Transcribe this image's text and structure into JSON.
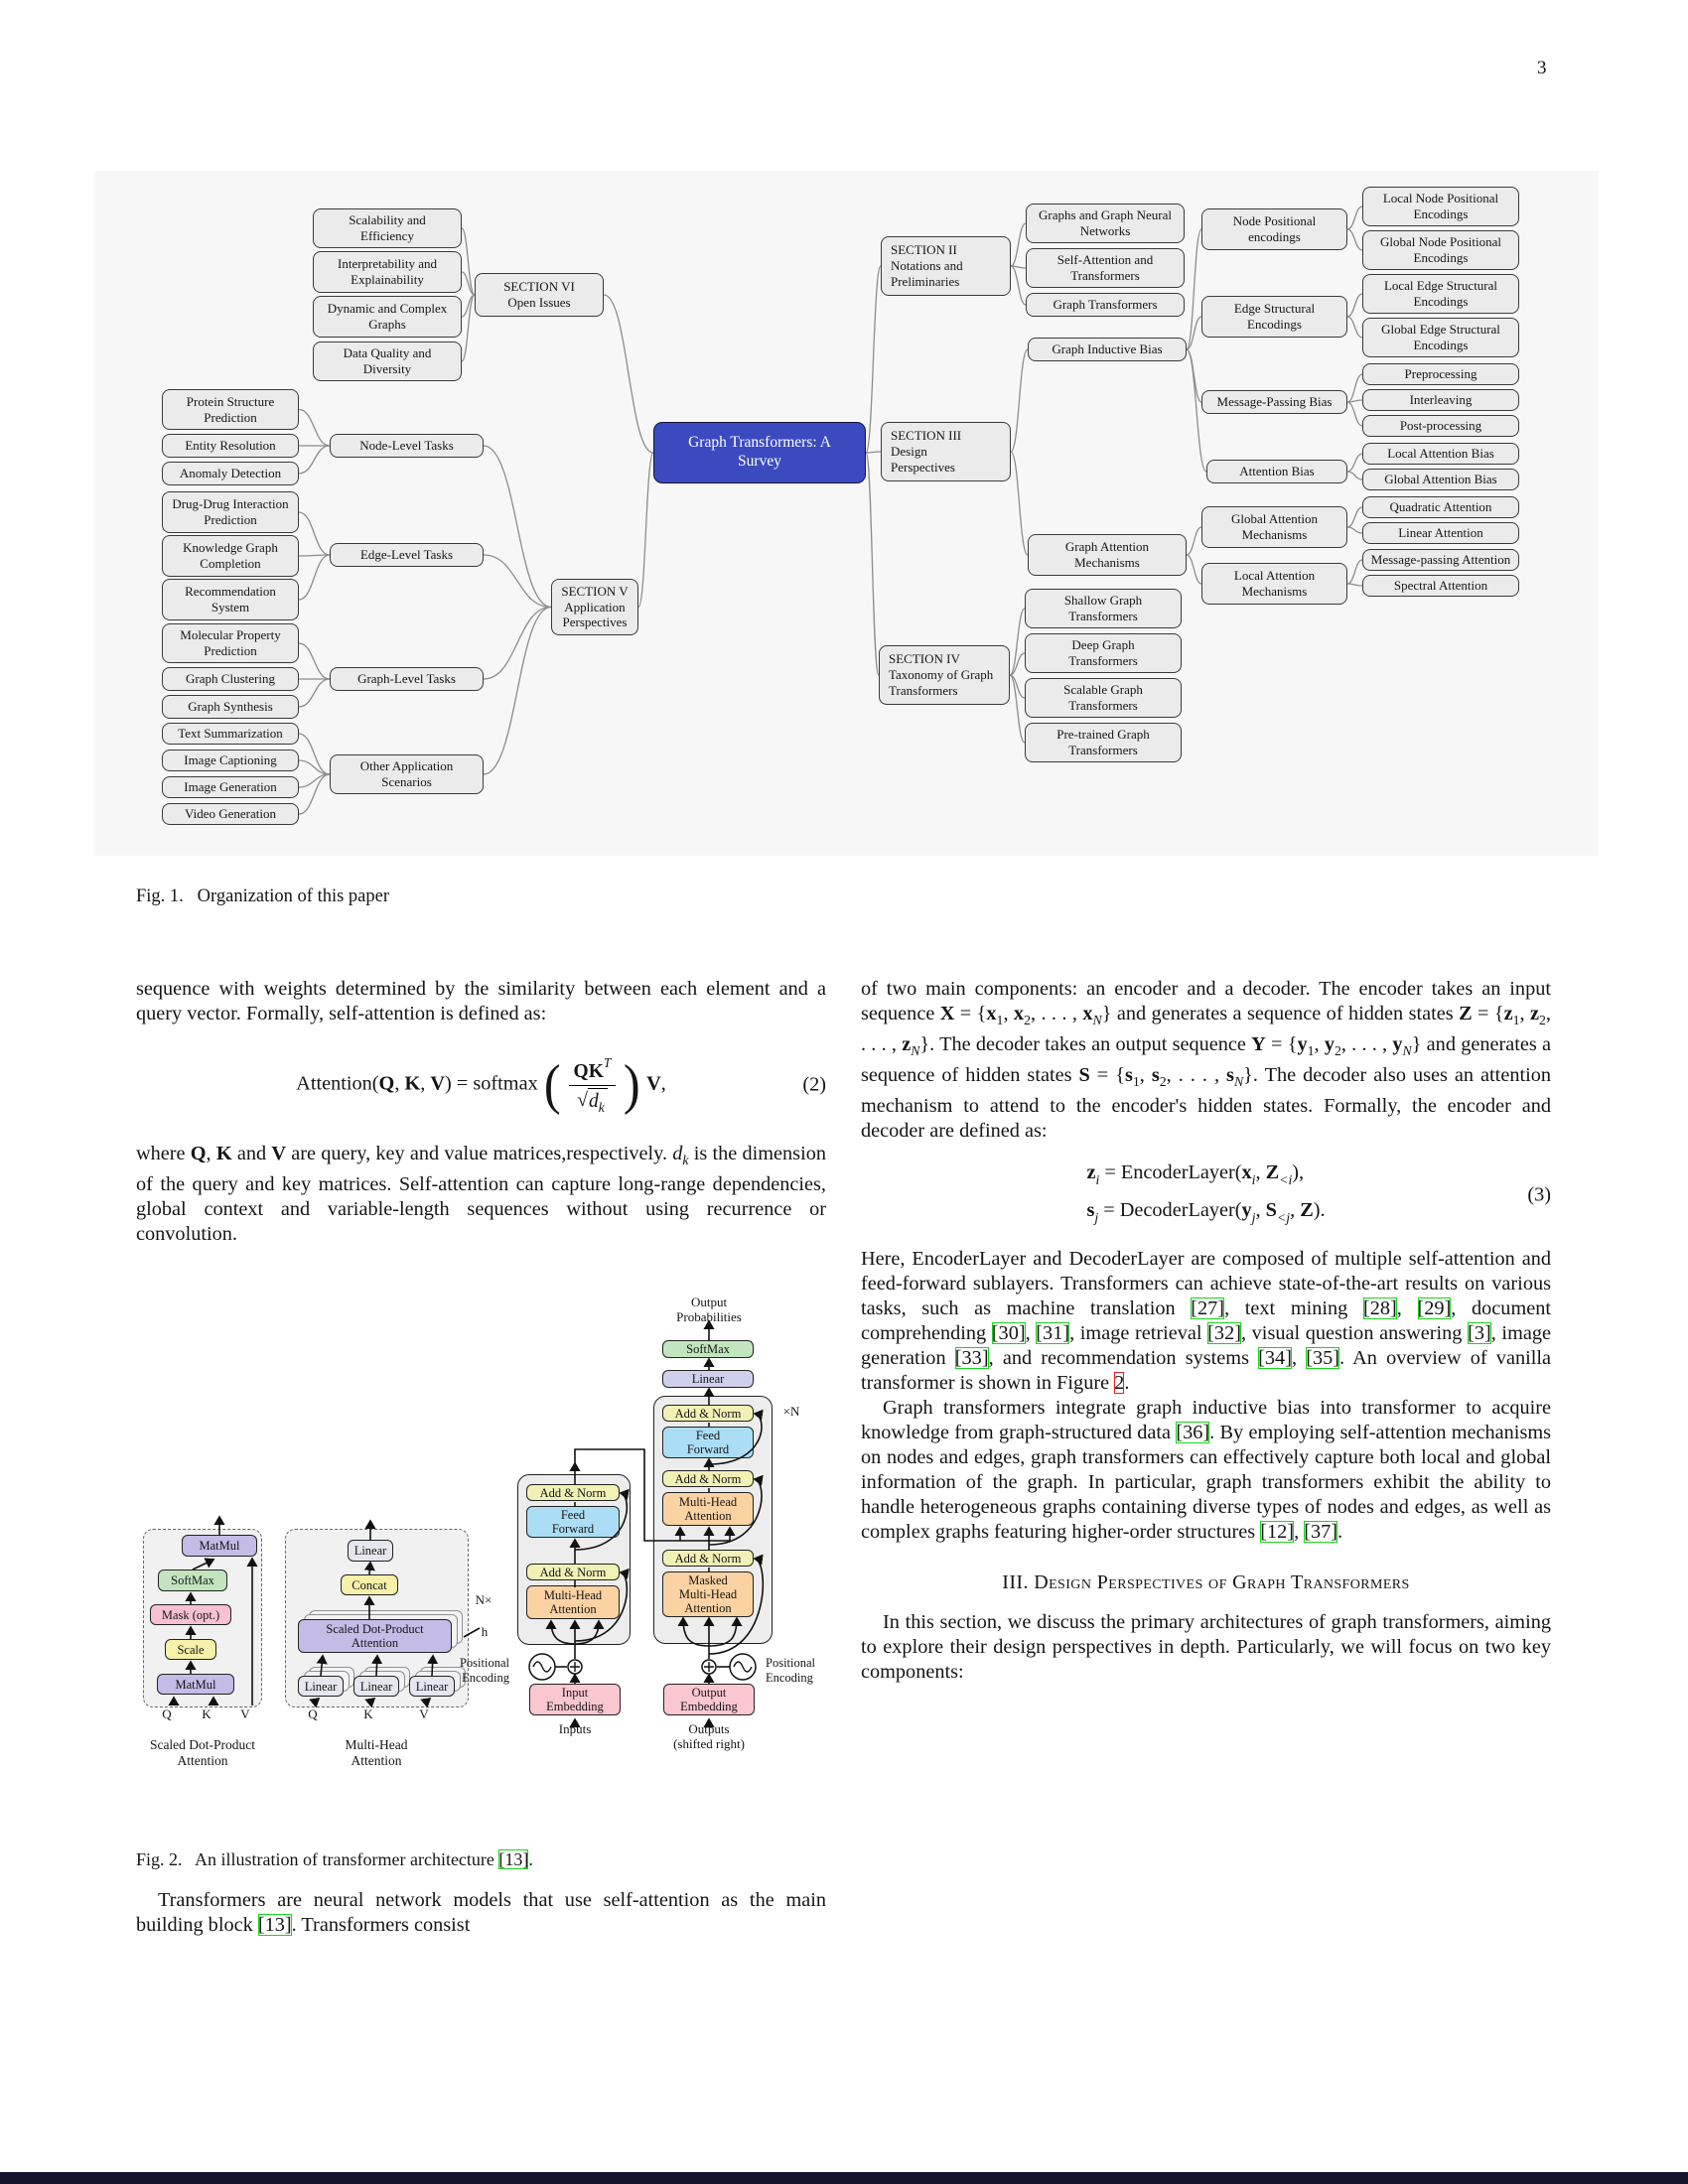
{
  "page": {
    "number": "3"
  },
  "fig1": {
    "caption": "Fig. 1.   Organization of this paper",
    "nodes": {
      "scal": "Scalability and\nEfficiency",
      "interp": "Interpretability and\nExplainability",
      "dyn": "Dynamic and Complex\nGraphs",
      "dataq": "Data Quality and\nDiversity",
      "sec6": "SECTION VI\nOpen Issues",
      "protein": "Protein Structure\nPrediction",
      "entity": "Entity Resolution",
      "anomaly": "Anomaly Detection",
      "nodetasks": "Node-Level Tasks",
      "ddi": "Drug-Drug Interaction\nPrediction",
      "kgc": "Knowledge Graph\nCompletion",
      "rec": "Recommendation\nSystem",
      "edgetasks": "Edge-Level Tasks",
      "molprop": "Molecular Property\nPrediction",
      "gclust": "Graph Clustering",
      "gsynth": "Graph Synthesis",
      "graphtasks": "Graph-Level Tasks",
      "textsum": "Text Summarization",
      "imgcap": "Image Captioning",
      "imggen": "Image Generation",
      "vidgen": "Video Generation",
      "otherapp": "Other Application\nScenarios",
      "sec5": "SECTION V\nApplication\nPerspectives",
      "center": "Graph Transformers: A\nSurvey",
      "sec2": "SECTION II\nNotations and\nPreliminaries",
      "sec3": "SECTION III\nDesign\nPerspectives",
      "sec4": "SECTION IV\nTaxonomy of Graph\nTransformers",
      "ggnn": "Graphs and Graph Neural\nNetworks",
      "sat": "Self-Attention and\nTransformers",
      "gt": "Graph Transformers",
      "gib": "Graph Inductive Bias",
      "gam": "Graph Attention\nMechanisms",
      "npe": "Node Positional\nencodings",
      "ese": "Edge Structural\nEncodings",
      "mpb": "Message-Passing Bias",
      "ab": "Attention Bias",
      "gatm": "Global Attention\nMechanisms",
      "latm": "Local Attention\nMechanisms",
      "lnpe": "Local Node Positional\nEncodings",
      "gnpe": "Global Node Positional\nEncodings",
      "lese": "Local Edge Structural\nEncodings",
      "gese": "Global Edge Structural\nEncodings",
      "prep": "Preprocessing",
      "inter": "Interleaving",
      "post": "Post-processing",
      "lab": "Local Attention Bias",
      "gab": "Global Attention Bias",
      "quad": "Quadratic Attention",
      "lin": "Linear Attention",
      "mpa": "Message-passing Attention",
      "spa": "Spectral Attention",
      "shal": "Shallow Graph\nTransformers",
      "deep": "Deep Graph\nTransformers",
      "scalgt": "Scalable Graph\nTransformers",
      "pregt": "Pre-trained Graph\nTransformers"
    },
    "colors": {
      "panel": "#f7f7f7",
      "node_bg": "#ebebeb",
      "node_border": "#3a3a3a",
      "center_bg": "#3b4abf",
      "edge": "#8c8c8c"
    }
  },
  "left": {
    "p1": [
      {
        "t": "sequence with weights determined by the similarity between each element and a query vector. Formally, self-attention is defined as:"
      }
    ],
    "eq2": {
      "lhs": [
        {
          "t": "Attention("
        },
        {
          "t": "Q",
          "s": "b"
        },
        {
          "t": ", "
        },
        {
          "t": "K",
          "s": "b"
        },
        {
          "t": ", "
        },
        {
          "t": "V",
          "s": "b"
        },
        {
          "t": ") = softmax"
        }
      ],
      "open": "(",
      "num": [
        {
          "t": "QK",
          "s": "b"
        },
        {
          "t": "T",
          "s": "supi"
        }
      ],
      "radical": "√",
      "den": [
        {
          "t": "d",
          "s": "i"
        },
        {
          "t": "k",
          "s": "subi"
        }
      ],
      "close": ")",
      "tail": [
        {
          "t": " "
        },
        {
          "t": "V",
          "s": "b"
        },
        {
          "t": ","
        }
      ],
      "label": "(2)"
    },
    "p2": [
      {
        "t": "where "
      },
      {
        "t": "Q",
        "s": "b"
      },
      {
        "t": ", "
      },
      {
        "t": "K",
        "s": "b"
      },
      {
        "t": " and "
      },
      {
        "t": "V",
        "s": "b"
      },
      {
        "t": " are query, key and value matrices,respectively. "
      },
      {
        "t": "d",
        "s": "i"
      },
      {
        "t": "k",
        "s": "subi"
      },
      {
        "t": " is the dimension of the query and key matrices. Self-attention can capture long-range dependencies, global context and variable-length sequences without using recurrence or convolution."
      }
    ],
    "fig2_caption": [
      {
        "t": "Fig. 2.   An illustration of transformer architecture "
      },
      {
        "t": "[13]",
        "s": "g"
      },
      {
        "t": "."
      }
    ],
    "p3": [
      {
        "t": "Transformers are neural network models that use self-attention as the main building block "
      },
      {
        "t": "[13]",
        "s": "g"
      },
      {
        "t": ". Transformers consist"
      }
    ]
  },
  "right": {
    "p1": [
      {
        "t": "of two main components: an encoder and a decoder. The encoder takes an input sequence "
      },
      {
        "t": "X",
        "s": "b"
      },
      {
        "t": " = {"
      },
      {
        "t": "x",
        "s": "b"
      },
      {
        "t": "1",
        "s": "sub"
      },
      {
        "t": ", "
      },
      {
        "t": "x",
        "s": "b"
      },
      {
        "t": "2",
        "s": "sub"
      },
      {
        "t": ", . . . , "
      },
      {
        "t": "x",
        "s": "b"
      },
      {
        "t": "N",
        "s": "subi"
      },
      {
        "t": "} and generates a sequence of hidden states "
      },
      {
        "t": "Z",
        "s": "b"
      },
      {
        "t": " = {"
      },
      {
        "t": "z",
        "s": "b"
      },
      {
        "t": "1",
        "s": "sub"
      },
      {
        "t": ", "
      },
      {
        "t": "z",
        "s": "b"
      },
      {
        "t": "2",
        "s": "sub"
      },
      {
        "t": ", . . . , "
      },
      {
        "t": "z",
        "s": "b"
      },
      {
        "t": "N",
        "s": "subi"
      },
      {
        "t": "}. The decoder takes an output sequence "
      },
      {
        "t": "Y",
        "s": "b"
      },
      {
        "t": " = {"
      },
      {
        "t": "y",
        "s": "b"
      },
      {
        "t": "1",
        "s": "sub"
      },
      {
        "t": ", "
      },
      {
        "t": "y",
        "s": "b"
      },
      {
        "t": "2",
        "s": "sub"
      },
      {
        "t": ", . . . , "
      },
      {
        "t": "y",
        "s": "b"
      },
      {
        "t": "N",
        "s": "subi"
      },
      {
        "t": "} and generates a sequence of hidden states "
      },
      {
        "t": "S",
        "s": "b"
      },
      {
        "t": " = {"
      },
      {
        "t": "s",
        "s": "b"
      },
      {
        "t": "1",
        "s": "sub"
      },
      {
        "t": ", "
      },
      {
        "t": "s",
        "s": "b"
      },
      {
        "t": "2",
        "s": "sub"
      },
      {
        "t": ", . . . , "
      },
      {
        "t": "s",
        "s": "b"
      },
      {
        "t": "N",
        "s": "subi"
      },
      {
        "t": "}. The decoder also uses an attention mechanism to attend to the encoder's hidden states. Formally, the encoder and decoder are defined as:"
      }
    ],
    "eq3": {
      "line1": [
        {
          "t": "z",
          "s": "b"
        },
        {
          "t": "i",
          "s": "subi"
        },
        {
          "t": " = EncoderLayer("
        },
        {
          "t": "x",
          "s": "b"
        },
        {
          "t": "i",
          "s": "subi"
        },
        {
          "t": ", "
        },
        {
          "t": "Z",
          "s": "b"
        },
        {
          "t": "<i",
          "s": "subi"
        },
        {
          "t": "),"
        }
      ],
      "line2": [
        {
          "t": "s",
          "s": "b"
        },
        {
          "t": "j",
          "s": "subi"
        },
        {
          "t": " = DecoderLayer("
        },
        {
          "t": "y",
          "s": "b"
        },
        {
          "t": "j",
          "s": "subi"
        },
        {
          "t": ", "
        },
        {
          "t": "S",
          "s": "b"
        },
        {
          "t": "<j",
          "s": "subi"
        },
        {
          "t": ", "
        },
        {
          "t": "Z",
          "s": "b"
        },
        {
          "t": ")."
        }
      ],
      "label": "(3)"
    },
    "p2": [
      {
        "t": "Here, EncoderLayer and DecoderLayer are composed of multiple self-attention and feed-forward sublayers. Transformers can achieve state-of-the-art results on various tasks, such as machine translation "
      },
      {
        "t": "[27]",
        "s": "g"
      },
      {
        "t": ", text mining "
      },
      {
        "t": "[28]",
        "s": "g"
      },
      {
        "t": ", "
      },
      {
        "t": "[29]",
        "s": "g"
      },
      {
        "t": ", document comprehending "
      },
      {
        "t": "[30]",
        "s": "g"
      },
      {
        "t": ", "
      },
      {
        "t": "[31]",
        "s": "g"
      },
      {
        "t": ", image retrieval "
      },
      {
        "t": "[32]",
        "s": "g"
      },
      {
        "t": ", visual question answering "
      },
      {
        "t": "[3]",
        "s": "g"
      },
      {
        "t": ", image generation "
      },
      {
        "t": "[33]",
        "s": "g"
      },
      {
        "t": ", and recommendation systems "
      },
      {
        "t": "[34]",
        "s": "g"
      },
      {
        "t": ", "
      },
      {
        "t": "[35]",
        "s": "g"
      },
      {
        "t": ". An overview of vanilla transformer is shown in Figure "
      },
      {
        "t": "2",
        "s": "r"
      },
      {
        "t": "."
      }
    ],
    "p3": [
      {
        "t": "Graph transformers integrate graph inductive bias into transformer to acquire knowledge from graph-structured data "
      },
      {
        "t": "[36]",
        "s": "g"
      },
      {
        "t": ". By employing self-attention mechanisms on nodes and edges, graph transformers can effectively capture both local and global information of the graph. In particular, graph transformers exhibit the ability to handle heterogeneous graphs containing diverse types of nodes and edges, as well as complex graphs featuring higher-order structures "
      },
      {
        "t": "[12]",
        "s": "g"
      },
      {
        "t": ", "
      },
      {
        "t": "[37]",
        "s": "g"
      },
      {
        "t": "."
      }
    ],
    "heading": "III. Design Perspectives of Graph Transformers",
    "p4": [
      {
        "t": "In this section, we discuss the primary architectures of graph transformers, aiming to explore their design perspectives in depth. Particularly, we will focus on two key components:"
      }
    ]
  },
  "fig2": {
    "block_labels": {
      "matmul": "MatMul",
      "softmax": "SoftMax",
      "mask": "Mask (opt.)",
      "scale": "Scale",
      "linear": "Linear",
      "concat": "Concat",
      "sdpa": "Scaled Dot-Product\nAttention",
      "addnorm": "Add & Norm",
      "ff": "Feed\nForward",
      "mha": "Multi-Head\nAttention",
      "masked": "Masked\nMulti-Head\nAttention",
      "inemb": "Input\nEmbedding",
      "outemb": "Output\nEmbedding"
    },
    "labels": {
      "q": "Q",
      "k": "K",
      "v": "V",
      "nx": "N×",
      "xn": "×N",
      "h": "h",
      "pos": "Positional\nEncoding",
      "inputs": "Inputs",
      "outputs": "Outputs\n(shifted right)",
      "outprob": "Output\nProbabilities",
      "cap1": "Scaled Dot-Product\nAttention",
      "cap2": "Multi-Head\nAttention"
    },
    "colors": {
      "cont": "#ededed",
      "dash": "#f1f1f1",
      "matmul": "#c4bbe6",
      "sdpa": "#c4bbe6",
      "softmax": "#c2e5c0",
      "maskc": "#f8c0d4",
      "scale": "#f6f0a8",
      "concat": "#f6f0a8",
      "linsm": "#e6e6ee",
      "linout": "#d0d0ec",
      "addnorm": "#f1f1b6",
      "ff": "#abdef5",
      "mha": "#fbd2a2",
      "embed": "#fac7d1",
      "cite_green": "#1ad41a",
      "cite_red": "#e02020"
    }
  }
}
